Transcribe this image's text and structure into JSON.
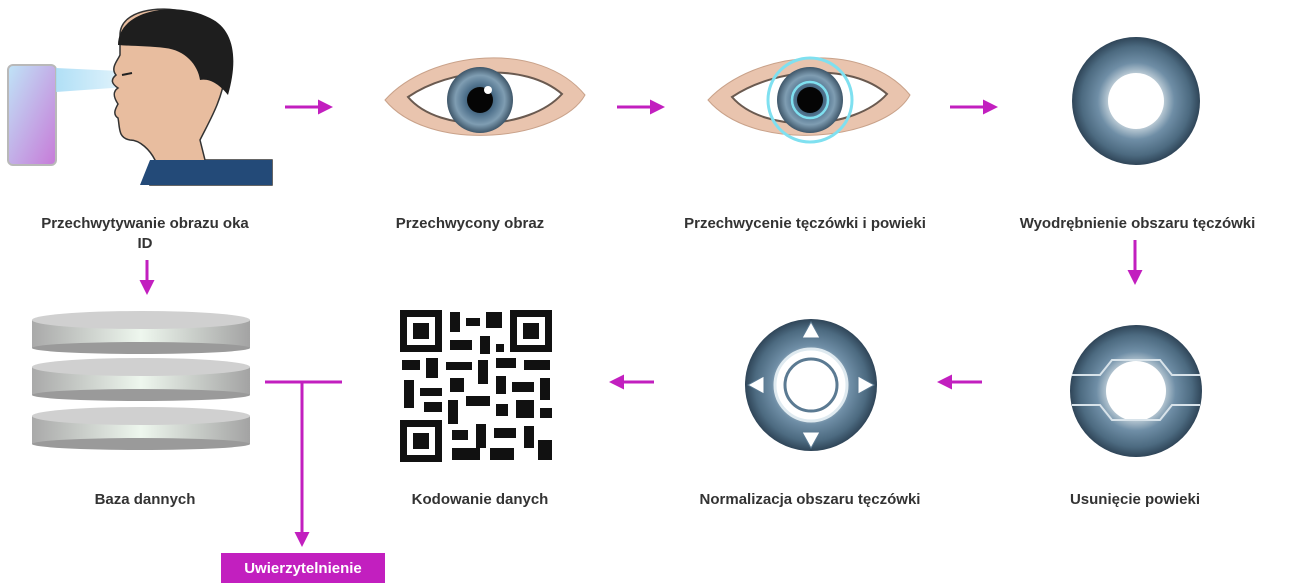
{
  "colors": {
    "accent": "#c21fbf",
    "skin": "#e9c4ae",
    "iris": "#5f7d96",
    "highlight": "#7fe0f0"
  },
  "steps": [
    {
      "id": "capture",
      "label_line1": "Przechwytywanie obrazu oka",
      "label_line2": "ID",
      "icon": "person-scanning-eye-icon"
    },
    {
      "id": "captured-image",
      "label": "Przechwycony obraz",
      "icon": "eye-icon"
    },
    {
      "id": "iris-eyelid-capture",
      "label": "Przechwycenie tęczówki i powieki",
      "icon": "eye-iris-outline-icon"
    },
    {
      "id": "iris-extraction",
      "label": "Wyodrębnienie obszaru tęczówki",
      "icon": "iris-ring-icon"
    },
    {
      "id": "eyelid-removal",
      "label": "Usunięcie powieki",
      "icon": "iris-ring-masked-icon"
    },
    {
      "id": "iris-normalization",
      "label": "Normalizacja obszaru tęczówki",
      "icon": "iris-normalize-arrows-icon"
    },
    {
      "id": "data-encoding",
      "label": "Kodowanie danych",
      "icon": "qr-code-icon"
    },
    {
      "id": "database",
      "label": "Baza dannych",
      "icon": "database-icon"
    }
  ],
  "authentication": {
    "label": "Uwierzytelnienie"
  }
}
